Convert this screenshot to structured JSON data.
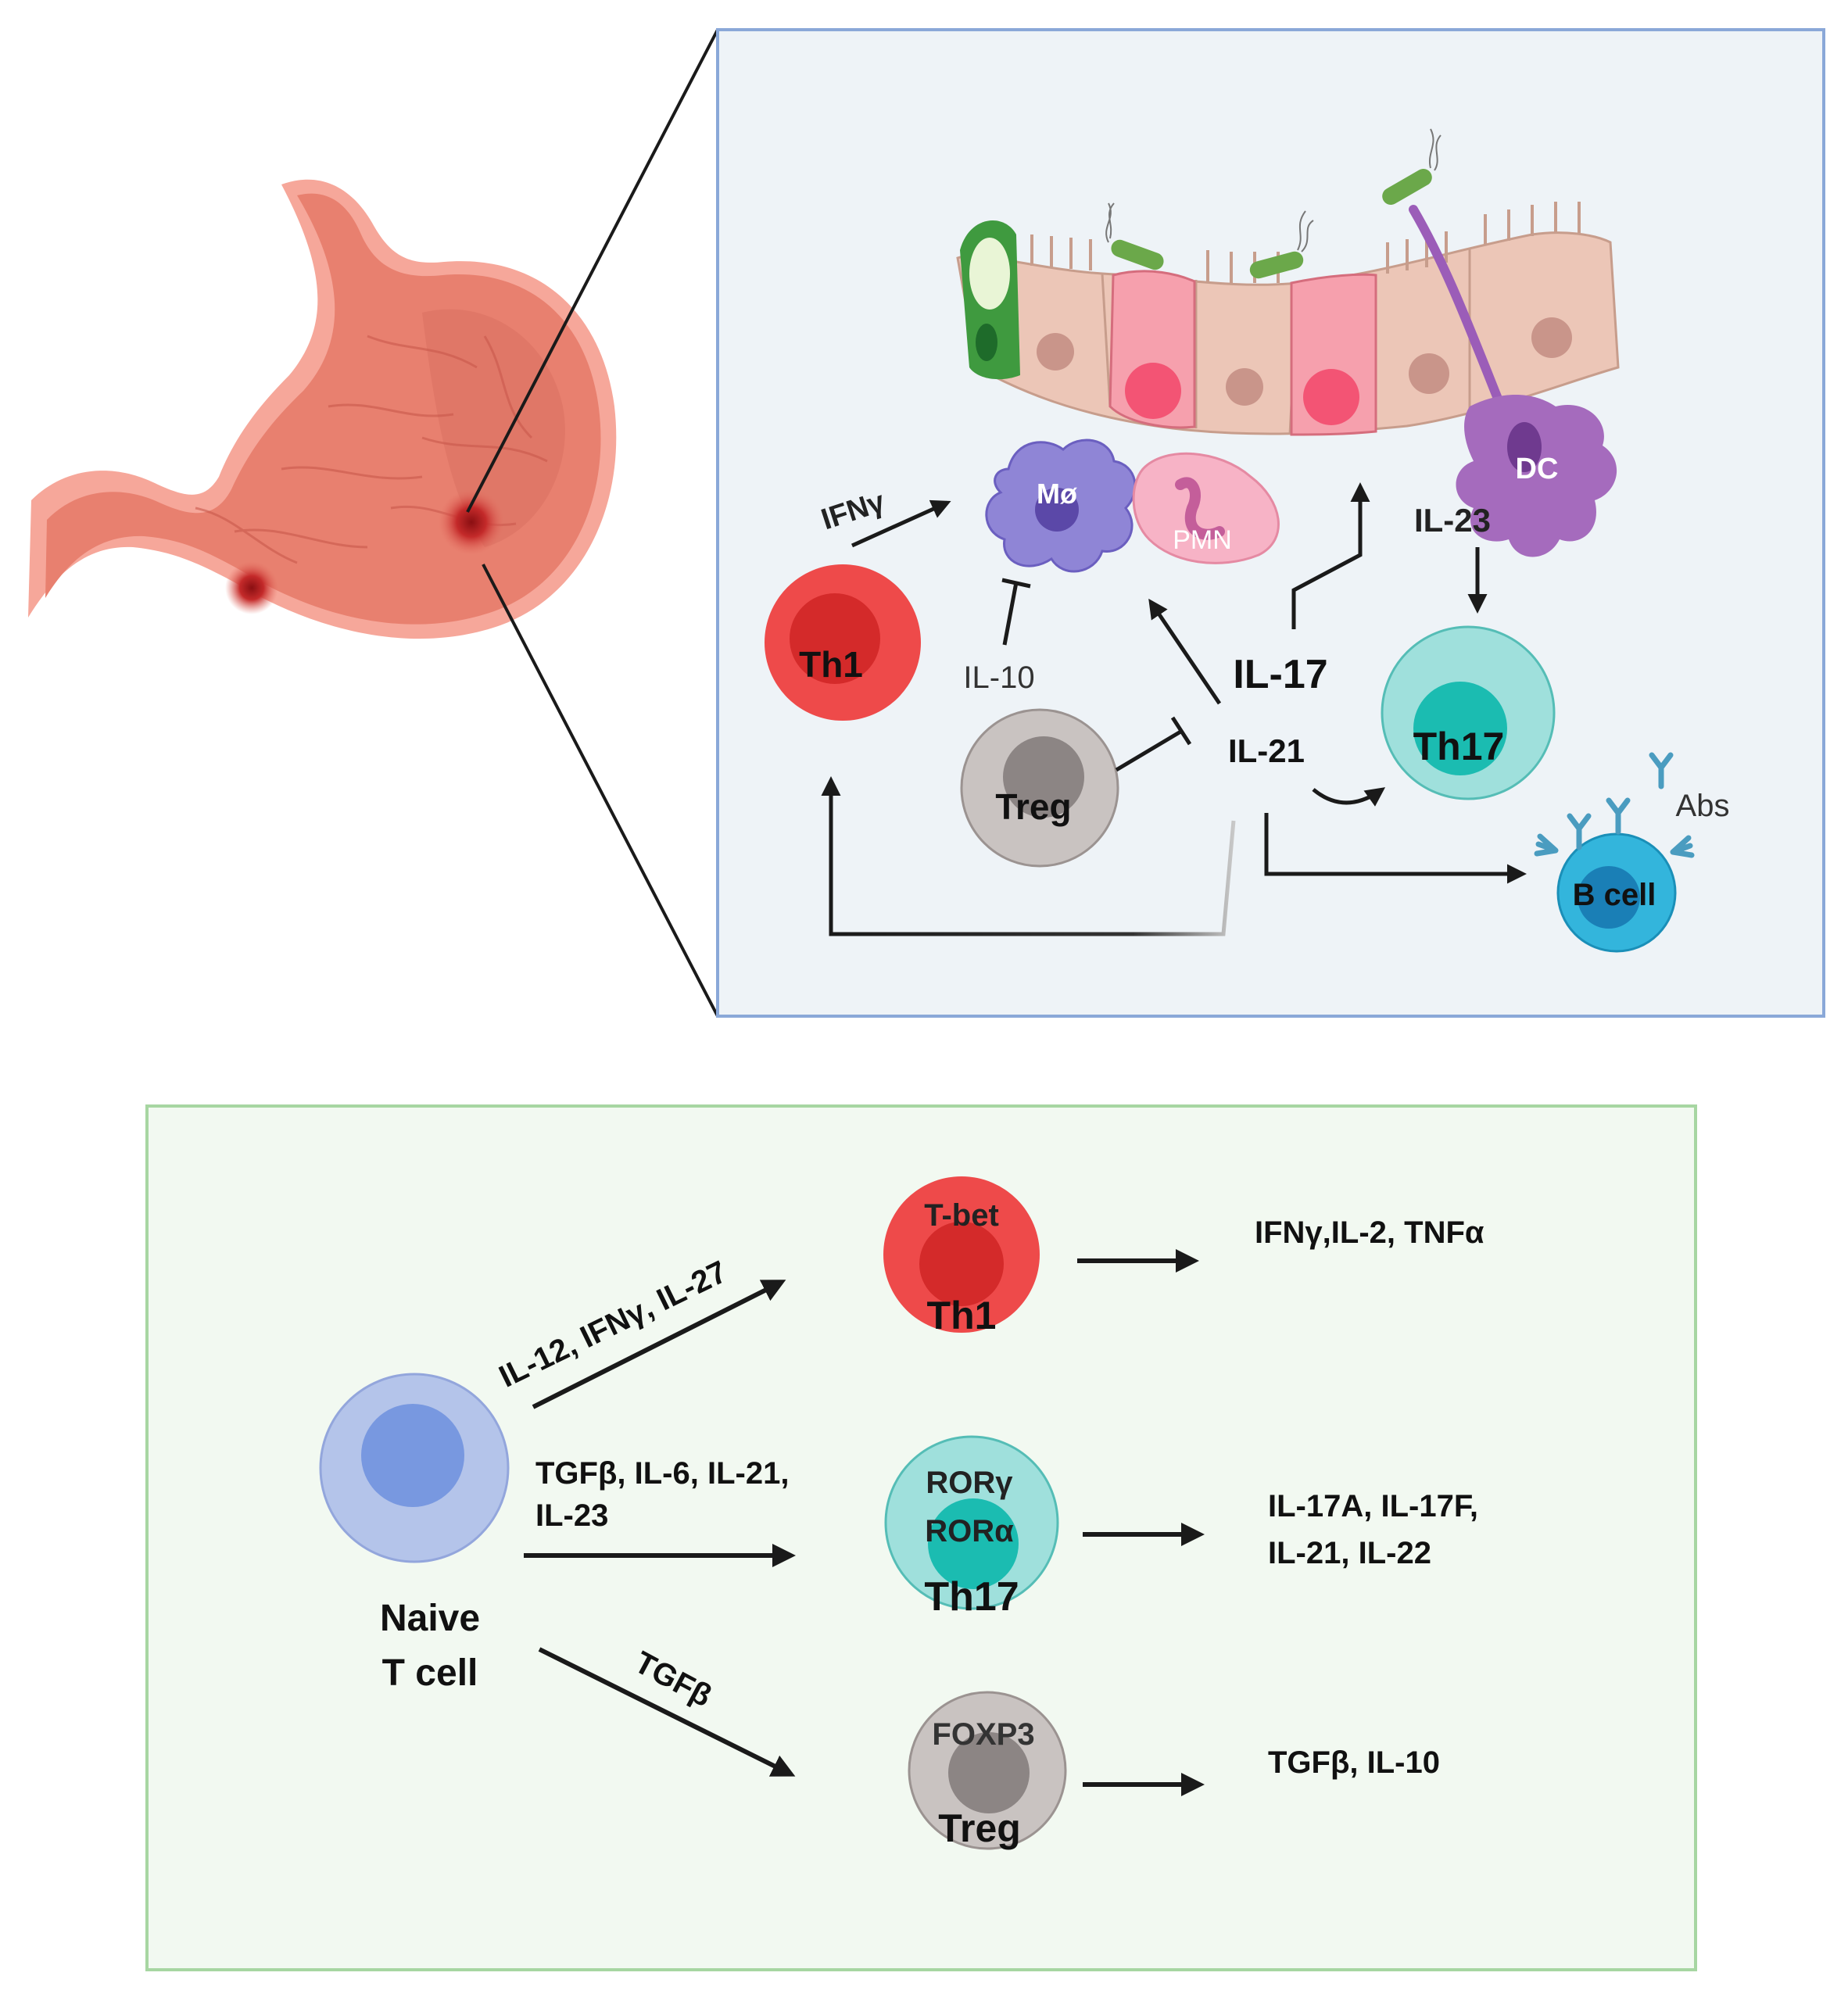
{
  "top_panel": {
    "cells": {
      "th1": "Th1",
      "macrophage": "Mø",
      "pmn": "PMN",
      "dc": "DC",
      "treg": "Treg",
      "th17": "Th17",
      "bcell": "B cell"
    },
    "cytokines": {
      "ifng": "IFNγ",
      "il10": "IL-10",
      "il17": "IL-17",
      "il21": "IL-21",
      "il23": "IL-23",
      "abs": "Abs"
    }
  },
  "bottom_panel": {
    "naive_line1": "Naive",
    "naive_line2": "T cell",
    "paths": [
      {
        "inducers": "IL-12, IFNγ, IL-27",
        "tf": "T-bet",
        "cell": "Th1",
        "products": "IFNγ,IL-2, TNFα"
      },
      {
        "inducers_line1": "TGFβ, IL-6, IL-21,",
        "inducers_line2": "IL-23",
        "tf_line1": "RORγ",
        "tf_line2": "RORα",
        "cell": "Th17",
        "products_line1": "IL-17A, IL-17F,",
        "products_line2": "IL-21, IL-22"
      },
      {
        "inducers": "TGFβ",
        "tf": "FOXP3",
        "cell": "Treg",
        "products": "TGFβ, IL-10"
      }
    ]
  },
  "colors": {
    "top_panel_bg": "#eef3f7",
    "top_panel_border": "#8aa8d8",
    "bottom_panel_bg": "#f2f9f1",
    "bottom_panel_border": "#a7d6a2",
    "th1": "#ee4a4a",
    "th17": "#9fe0dc",
    "treg": "#c9c3c1",
    "naive": "#b4c4ea",
    "bcell": "#33b5dc",
    "macrophage": "#8f85d6",
    "pmn": "#f7b3c6",
    "dc": "#a56bbd",
    "stomach": "#e97a6a"
  }
}
